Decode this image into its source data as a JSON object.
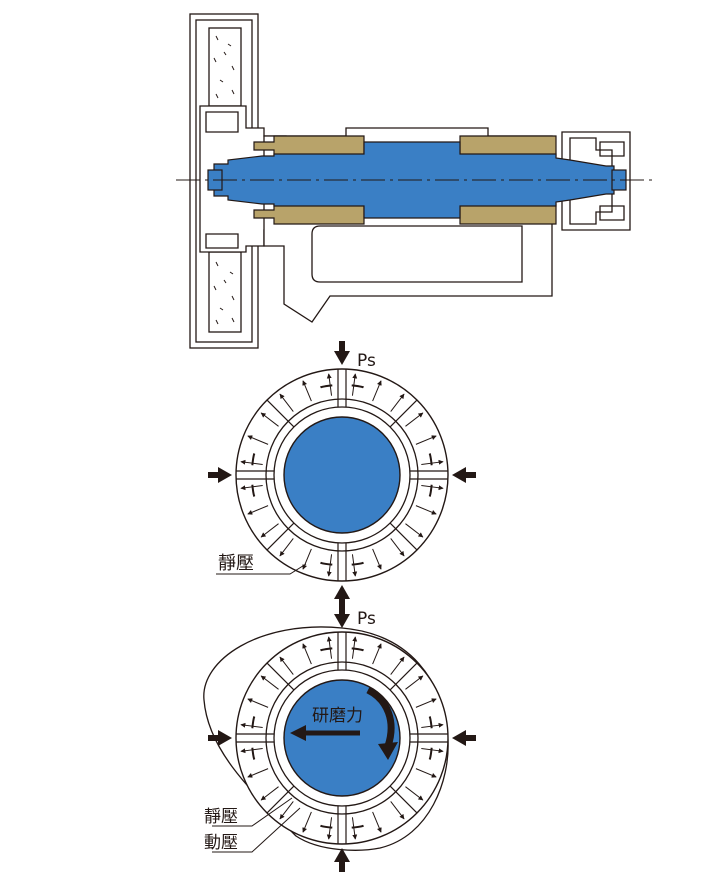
{
  "labels": {
    "supply_pressure_top": "Ps",
    "supply_pressure_bottom": "Ps",
    "static_pressure_1": "靜壓",
    "static_pressure_2": "靜壓",
    "dynamic_pressure": "動壓",
    "grinding_force": "研磨力"
  },
  "colors": {
    "shaft_blue": "#3a7fc5",
    "bearing_gold": "#b8a36a",
    "line": "#231815",
    "background": "#ffffff"
  },
  "icons": [
    "pressure-arrow-icon",
    "rotation-arrow-icon",
    "force-arrow-icon"
  ]
}
